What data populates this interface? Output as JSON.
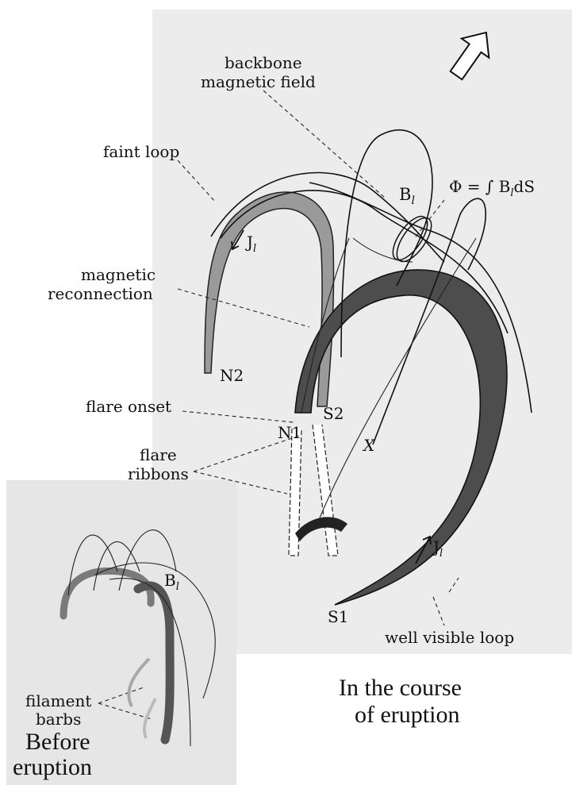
{
  "labels": {
    "backbone_line1": "backbone",
    "backbone_line2": "magnetic field",
    "faint_loop": "faint loop",
    "B_main": "B",
    "B_sub": "l",
    "flux_formula": "Φ = ∫ B",
    "flux_sub": "l",
    "flux_tail": "dS",
    "J_upper": "J",
    "J_upper_sub": "l",
    "magnetic_line1": "magnetic",
    "magnetic_line2": "reconnection",
    "N2": "N2",
    "flare_onset": "flare onset",
    "N1": "N1",
    "S2": "S2",
    "flare_line1": "flare",
    "flare_line2": "ribbons",
    "X": "X",
    "J_lower": "J",
    "J_lower_sub": "l",
    "S1": "S1",
    "well_visible_loop": "well visible loop",
    "course_line1": "In the course",
    "course_line2": "of eruption",
    "inset_B": "B",
    "inset_B_sub": "l",
    "filament_line1": "filament",
    "filament_line2": "barbs",
    "before_line1": "Before",
    "before_line2": "eruption"
  },
  "colors": {
    "panel_gray": "#ececec",
    "inset_gray": "#e6e6e6",
    "well_loop": "#4d4d4d",
    "faint_loop": "#9a9a9a",
    "ink": "#111111"
  }
}
